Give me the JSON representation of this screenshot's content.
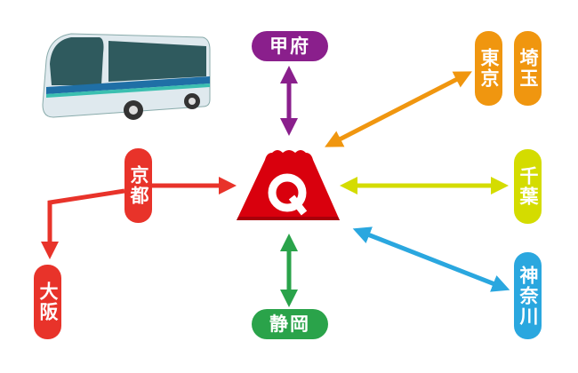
{
  "center": {
    "label": "Q",
    "icon": "mount-fuji-logo"
  },
  "destinations": {
    "kofu": {
      "label": "甲府",
      "color": "#8a1f8c"
    },
    "tokyo": {
      "label": "東京",
      "color": "#f0960f"
    },
    "saitama": {
      "label": "埼玉",
      "color": "#f0960f"
    },
    "chiba": {
      "label": "千葉",
      "color": "#d4dc00"
    },
    "kanagawa": {
      "label": "神奈川",
      "color": "#2aa7df"
    },
    "shizuoka": {
      "label": "静岡",
      "color": "#2aa34a"
    },
    "kyoto": {
      "label": "京都",
      "color": "#e8332a"
    },
    "osaka": {
      "label": "大阪",
      "color": "#e8332a"
    }
  },
  "colors": {
    "mountain": "#d9000d"
  },
  "illustration": "highway-bus"
}
